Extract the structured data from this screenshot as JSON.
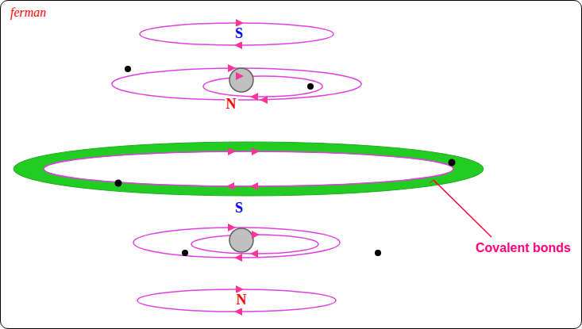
{
  "diagram": {
    "labels": [
      "ferman",
      "S",
      "N",
      "S",
      "N",
      "Covalent bonds"
    ]
  }
}
